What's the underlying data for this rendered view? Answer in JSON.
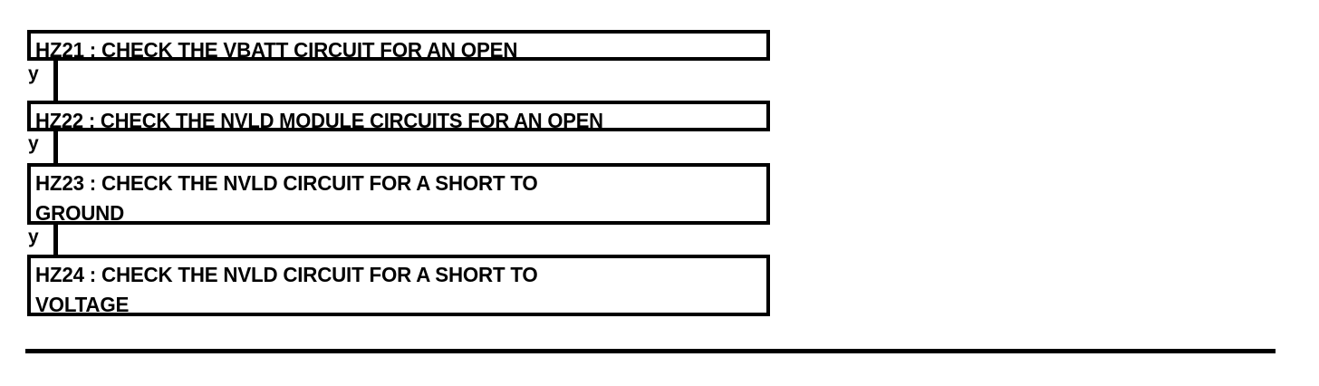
{
  "diagram": {
    "title": "NVLD diagnostic step flow",
    "orientation": "vertical",
    "line_color": "#000000",
    "background_color": "#ffffff",
    "box_border_color": "#000000",
    "box_fill_color": "#ffffff",
    "steps": [
      {
        "id": "HZ21",
        "label": "HZ21 : CHECK THE VBATT CIRCUIT FOR AN OPEN",
        "lines": 1
      },
      {
        "id": "HZ22",
        "label": "HZ22 : CHECK THE NVLD MODULE CIRCUITS FOR AN OPEN",
        "lines": 1
      },
      {
        "id": "HZ23",
        "label": "HZ23 : CHECK THE NVLD CIRCUIT FOR A SHORT TO\nGROUND",
        "lines": 2
      },
      {
        "id": "HZ24",
        "label": "HZ24 : CHECK THE NVLD CIRCUIT FOR A SHORT TO\nVOLTAGE",
        "lines": 2
      }
    ],
    "branches": [
      {
        "from": "HZ21",
        "to": "HZ22",
        "label": "y"
      },
      {
        "from": "HZ22",
        "to": "HZ23",
        "label": "y"
      },
      {
        "from": "HZ23",
        "to": "HZ24",
        "label": "y"
      }
    ],
    "footer_rule": {
      "present": true,
      "color": "#000000"
    }
  }
}
